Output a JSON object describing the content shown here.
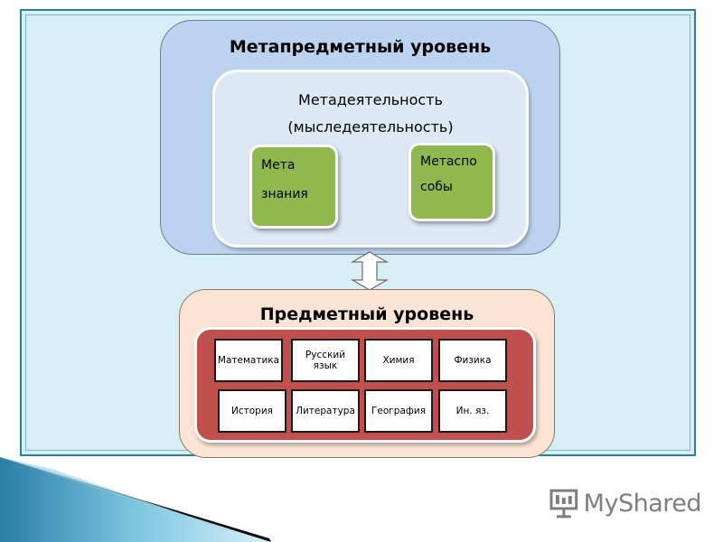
{
  "meta_level": {
    "title": "Метапредметный уровень",
    "activity_line1": "Метадеятельность",
    "activity_line2": "(мыследеятельность)",
    "knowledge_line1": "Мета",
    "knowledge_line2": "знания",
    "methods_line1": "Метаспо",
    "methods_line2": "собы"
  },
  "subject_level": {
    "title": "Предметный уровень",
    "subjects": [
      [
        "Математика",
        "Русский язык",
        "Химия",
        "Физика"
      ],
      [
        "История",
        "Литература",
        "География",
        "Ин. яз."
      ]
    ]
  },
  "logo": {
    "text": "MyShared",
    "icon": "presentation-board-icon"
  },
  "colors": {
    "meta_bg": "#bcd3ef",
    "activity_bg": "#dde8f5",
    "green": "#8fb94e",
    "subject_bg": "#fbe4d3",
    "red": "#c0504d",
    "frame_bg": "#d6eef4"
  }
}
